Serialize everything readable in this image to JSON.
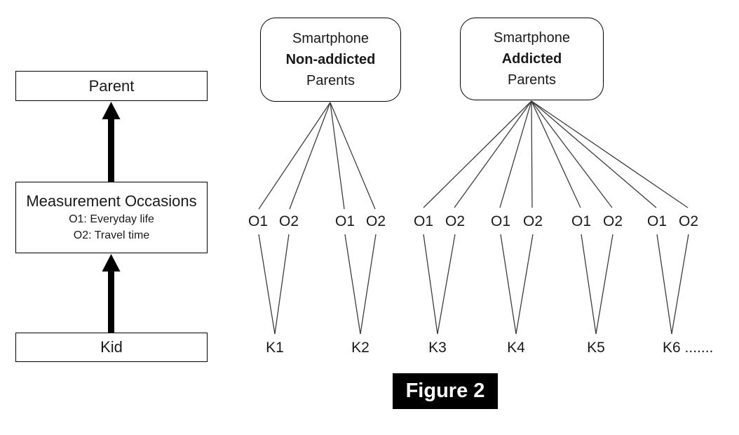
{
  "colors": {
    "ink": "#1a1a1a",
    "connector_line": "#3d3d3d",
    "arrow_fill": "#000000",
    "figure_bg": "#000000",
    "figure_text": "#ffffff"
  },
  "flow_panel": {
    "parent_label": "Parent",
    "measurement_title": "Measurement Occasions",
    "measurement_item1": "O1: Everyday life",
    "measurement_item2": "O2: Travel time",
    "kid_label": "Kid"
  },
  "clusters": [
    {
      "line1": "Smartphone",
      "line2": "Non-addicted",
      "line3": "Parents"
    },
    {
      "line1": "Smartphone",
      "line2": "Addicted",
      "line3": "Parents"
    }
  ],
  "occasion_labels": [
    "O1",
    "O2",
    "O1",
    "O2",
    "O1",
    "O2",
    "O1",
    "O2",
    "O1",
    "O2",
    "O1",
    "O2"
  ],
  "kid_labels": [
    "K1",
    "K2",
    "K3",
    "K4",
    "K5",
    "K6 ......."
  ],
  "figure_label": "Figure 2"
}
